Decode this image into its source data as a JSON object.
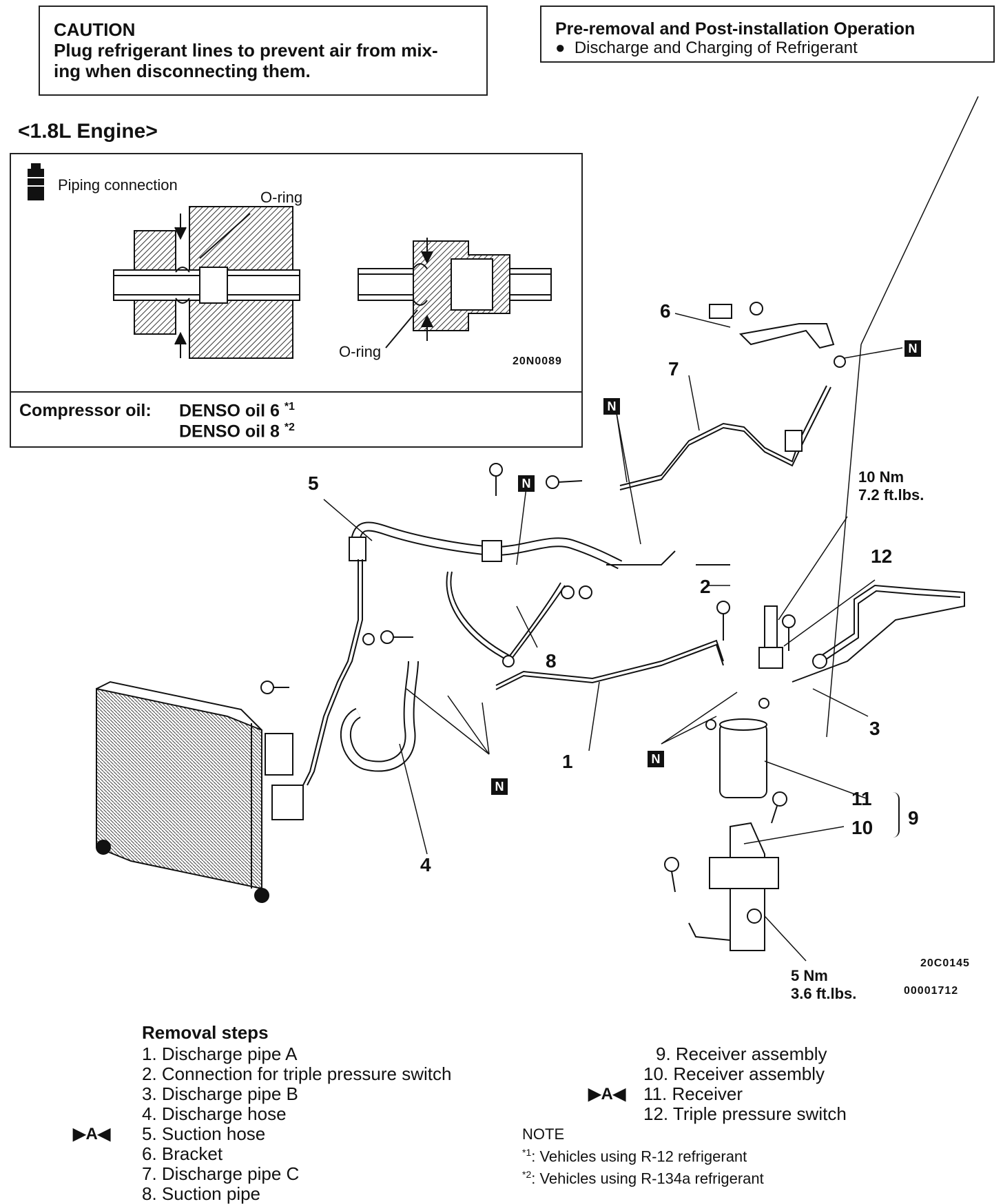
{
  "caution": {
    "heading": "CAUTION",
    "line1": "Plug refrigerant lines to prevent air from mix-",
    "line2": "ing when disconnecting them."
  },
  "pre_removal": {
    "heading": "Pre-removal and Post-installation Operation",
    "item": "Discharge and Charging of Refrigerant"
  },
  "engine_label": "<1.8L Engine>",
  "inset": {
    "title": "Piping connection",
    "oring_top": "O-ring",
    "oring_bottom": "O-ring",
    "code": "20N0089",
    "oil_label": "Compressor oil:",
    "oil1": "DENSO oil 6",
    "oil1_mark": "*1",
    "oil2": "DENSO oil 8",
    "oil2_mark": "*2"
  },
  "diagram": {
    "callouts": [
      "1",
      "2",
      "3",
      "4",
      "5",
      "6",
      "7",
      "8",
      "9",
      "10",
      "11",
      "12"
    ],
    "n_mark": "N",
    "torque1": {
      "nm": "10 Nm",
      "ftlbs": "7.2 ft.lbs."
    },
    "torque2": {
      "nm": "5 Nm",
      "ftlbs": "3.6 ft.lbs."
    },
    "code1": "20C0145",
    "code2": "00001712"
  },
  "removal": {
    "heading": "Removal steps",
    "marker": "▶A◀",
    "left": [
      "1. Discharge pipe A",
      "2. Connection for triple pressure switch",
      "3. Discharge pipe B",
      "4. Discharge hose",
      "5. Suction hose",
      "6. Bracket",
      "7. Discharge pipe C",
      "8. Suction pipe"
    ],
    "right": [
      "9. Receiver assembly",
      "10. Receiver assembly",
      "11. Receiver",
      "12. Triple pressure switch"
    ]
  },
  "note": {
    "heading": "NOTE",
    "n1_mark": "*1",
    "n1": ": Vehicles using R-12 refrigerant",
    "n2_mark": "*2",
    "n2": ": Vehicles using R-134a refrigerant"
  }
}
